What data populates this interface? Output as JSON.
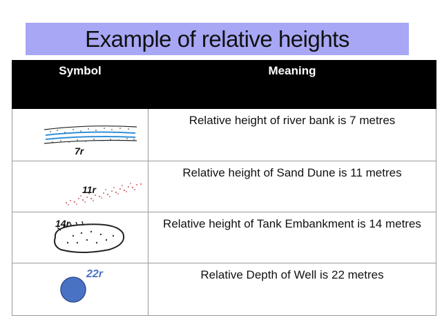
{
  "title": "Example of relative heights",
  "table": {
    "headers": {
      "symbol": "Symbol",
      "meaning": "Meaning"
    },
    "rows": [
      {
        "symbol_label": "7r",
        "symbol_icon": "river-bank-icon",
        "meaning": "Relative height of river bank is 7 metres"
      },
      {
        "symbol_label": "11r",
        "symbol_icon": "sand-dune-icon",
        "meaning": "Relative height of Sand Dune is 11 metres"
      },
      {
        "symbol_label": "14r",
        "symbol_icon": "tank-embankment-icon",
        "meaning": "Relative height of  Tank Embankment is 14 metres"
      },
      {
        "symbol_label": "22r",
        "symbol_icon": "well-icon",
        "meaning": "Relative Depth of Well is 22 metres"
      }
    ]
  },
  "colors": {
    "title_bg": "#a7a7f5",
    "header_bg": "#000000",
    "river_blue": "#2f8fd8",
    "dune_red": "#d07a7a",
    "well_fill": "#4a72c4",
    "label_blue": "#4a72c4"
  }
}
